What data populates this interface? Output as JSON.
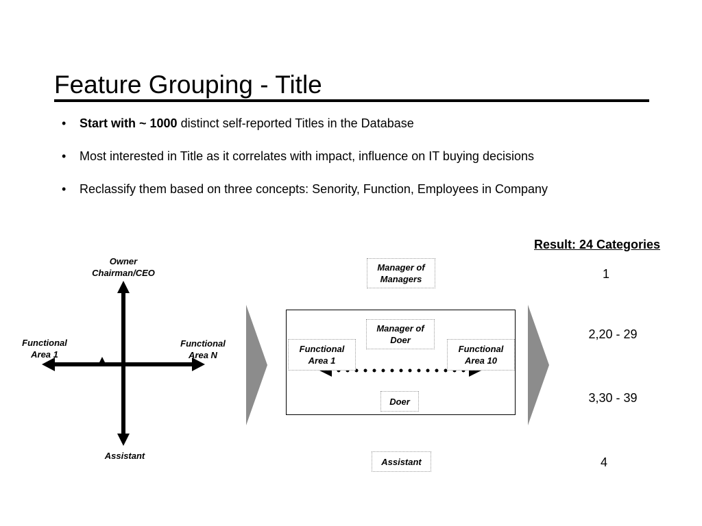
{
  "title": "Feature Grouping - Title",
  "bullets": [
    {
      "bold": "Start with ~ 1000",
      "text": " distinct self-reported Titles in the Database"
    },
    {
      "bold": "",
      "text": "Most interested in Title as it correlates with impact, influence on IT buying decisions"
    },
    {
      "bold": "",
      "text": "Reclassify them based on three concepts: Senority, Function, Employees in Company"
    }
  ],
  "bullet_symbol": "•",
  "left_diagram": {
    "top_label": "Owner\nChairman/CEO",
    "bottom_label": "Assistant",
    "left_label": "Functional\nArea 1",
    "right_label": "Functional\nArea N"
  },
  "middle_diagram": {
    "manager_of_managers": "Manager of\nManagers",
    "manager_of_doer": "Manager of\nDoer",
    "functional_area_1": "Functional\nArea 1",
    "functional_area_10": "Functional\nArea 10",
    "doer": "Doer",
    "assistant": "Assistant"
  },
  "result": {
    "heading": "Result: 24 Categories",
    "items": [
      "1",
      "2,20 - 29",
      "3,30 - 39",
      "4"
    ]
  },
  "colors": {
    "chevron": "#8c8c8c",
    "box_border": "#9a9a9a",
    "text": "#000000"
  }
}
